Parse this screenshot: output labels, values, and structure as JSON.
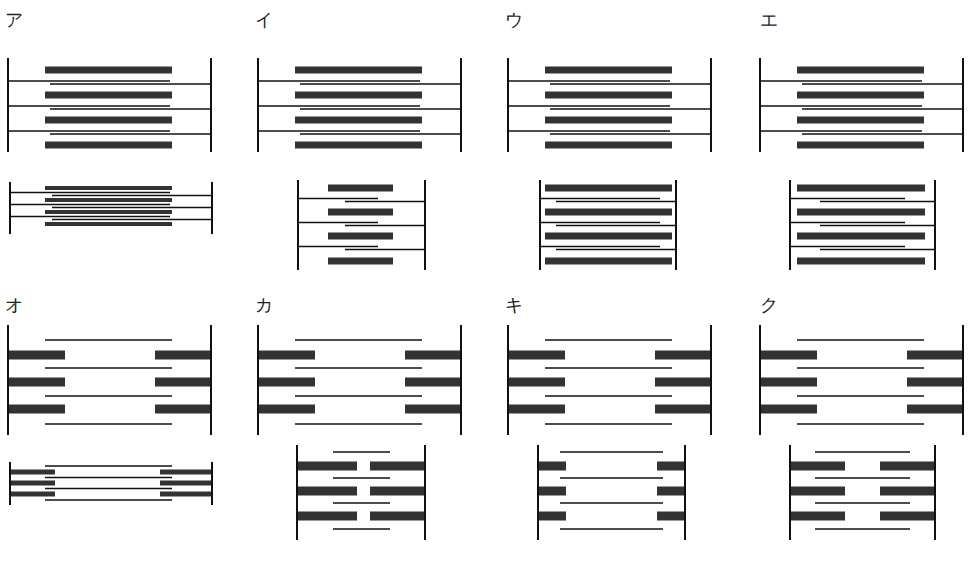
{
  "diagram": {
    "labels": [
      "ア",
      "イ",
      "ウ",
      "エ",
      "オ",
      "カ",
      "キ",
      "ク"
    ]
  }
}
